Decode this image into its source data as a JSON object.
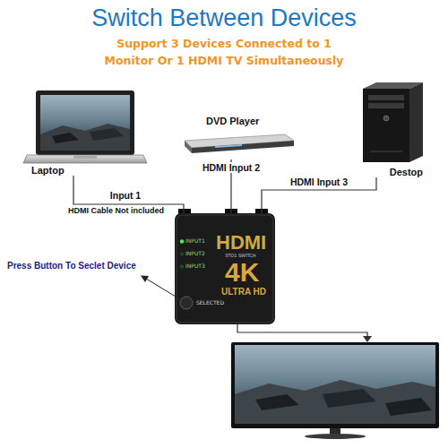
{
  "diagram": {
    "title": "Switch Between Devices",
    "nodes": [
      {
        "text": [
          "Laptop"
        ]
      },
      {
        "text": [
          "DVD Player"
        ]
      },
      {
        "text": [
          "Destop"
        ]
      },
      {
        "text": [
          "HDMI",
          "3TO1 SWITCH",
          "4K",
          "ULTRA HD",
          "INPUT1",
          "INPUT2",
          "INPUT3",
          "SELECTED"
        ]
      }
    ],
    "edges": [
      {
        "from": 0,
        "to": 3,
        "label": "Input 1",
        "arrow": "none"
      },
      {
        "from": 1,
        "to": 3,
        "label": "HDMI Input 2",
        "arrow": "none"
      },
      {
        "from": 2,
        "to": 3,
        "label": "HDMI Input 3",
        "arrow": "none"
      }
    ],
    "labels": [
      "Support 3 Devices Connected to 1 Monitor Or 1 HDMI TV Simultaneously",
      "HDMI Cable Not included",
      "Press Button To Seclet Device"
    ]
  }
}
